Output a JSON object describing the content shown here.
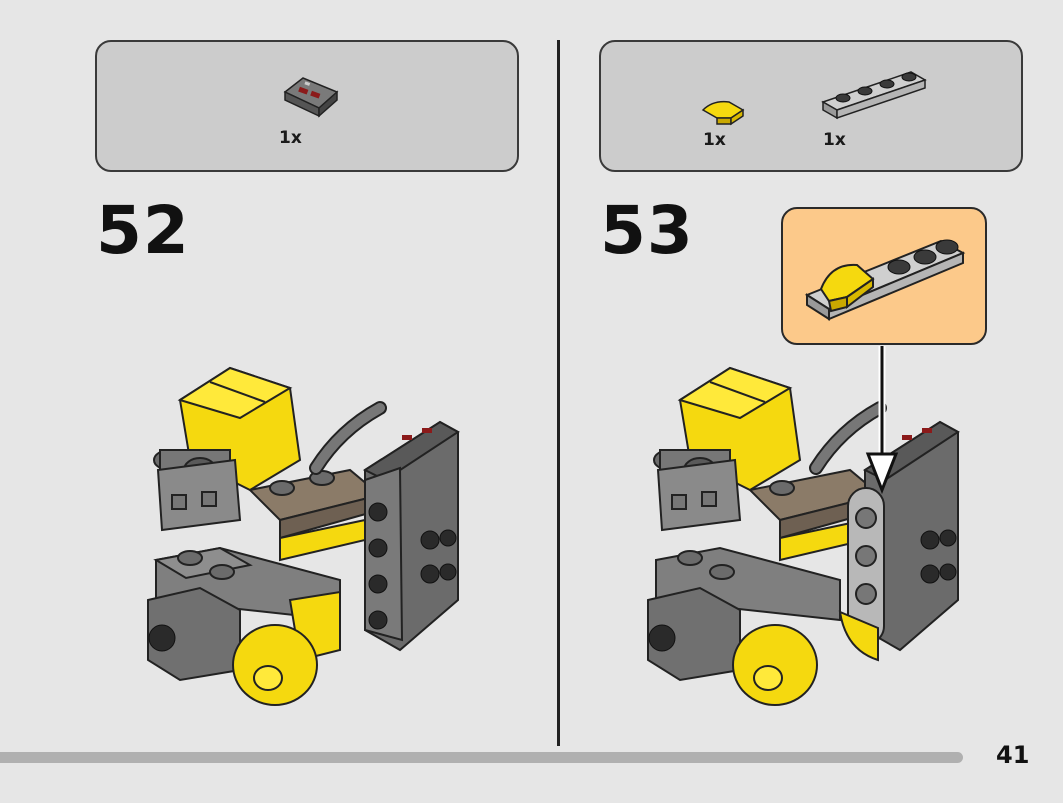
{
  "steps": [
    {
      "number": "52",
      "parts": [
        {
          "qty": "1x",
          "icon": "dark-grey-slope-tile-icon"
        }
      ]
    },
    {
      "number": "53",
      "parts": [
        {
          "qty": "1x",
          "icon": "yellow-quarter-round-tile-icon"
        },
        {
          "qty": "1x",
          "icon": "grey-1x4-plate-icon"
        }
      ]
    }
  ],
  "page_number": "41",
  "colors": {
    "background": "#e6e6e6",
    "parts_box": "#cccccc",
    "callout": "#fcc98a",
    "yellow": "#f5d90f",
    "dark_grey": "#6b6b6b",
    "tan": "#8b7b68"
  }
}
